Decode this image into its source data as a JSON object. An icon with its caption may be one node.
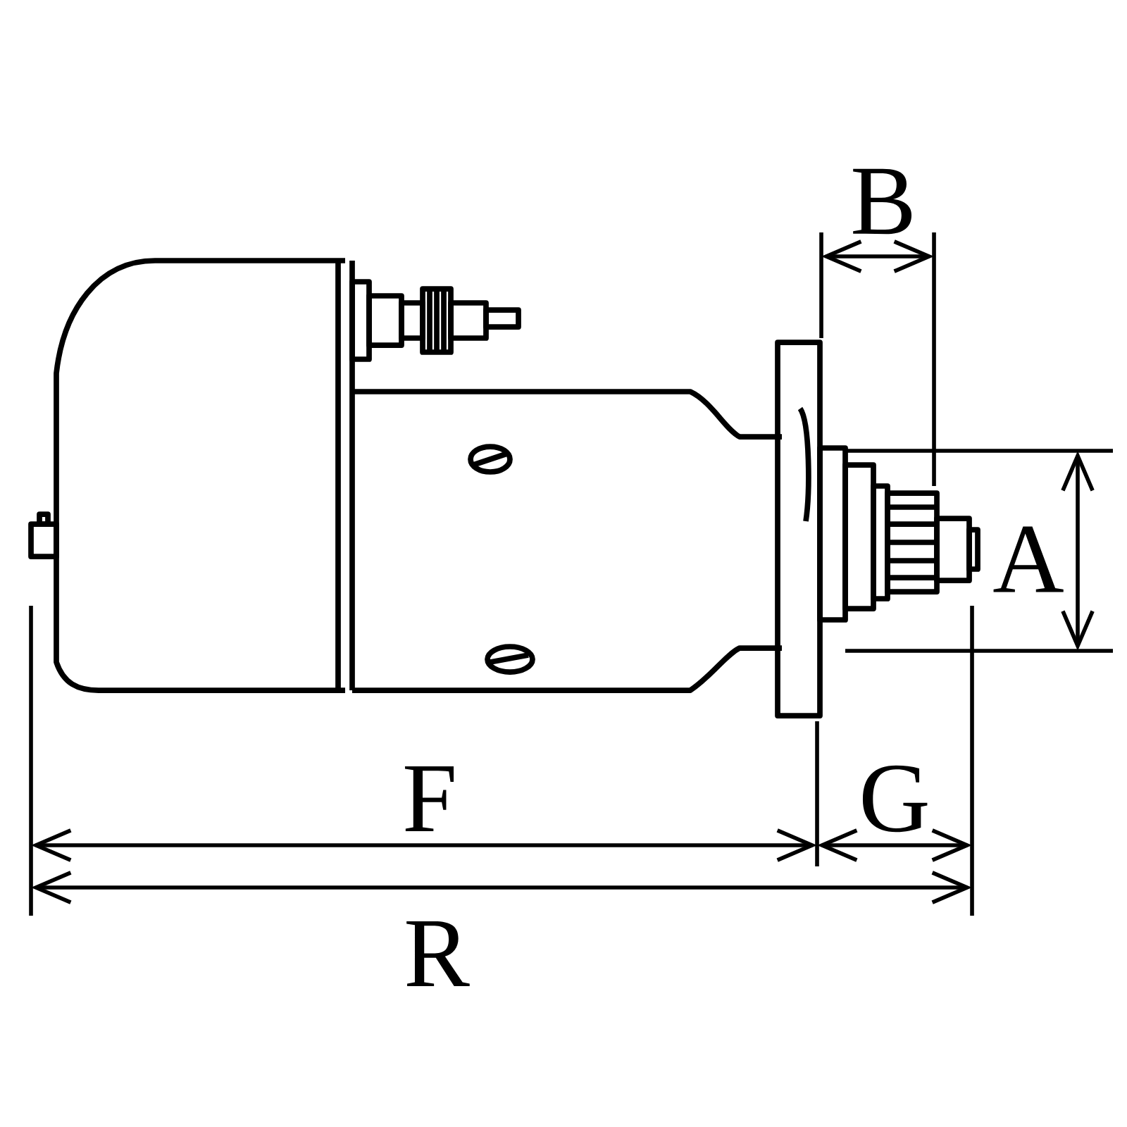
{
  "diagram": {
    "labels": [
      "B",
      "A",
      "F",
      "G",
      "R"
    ]
  }
}
